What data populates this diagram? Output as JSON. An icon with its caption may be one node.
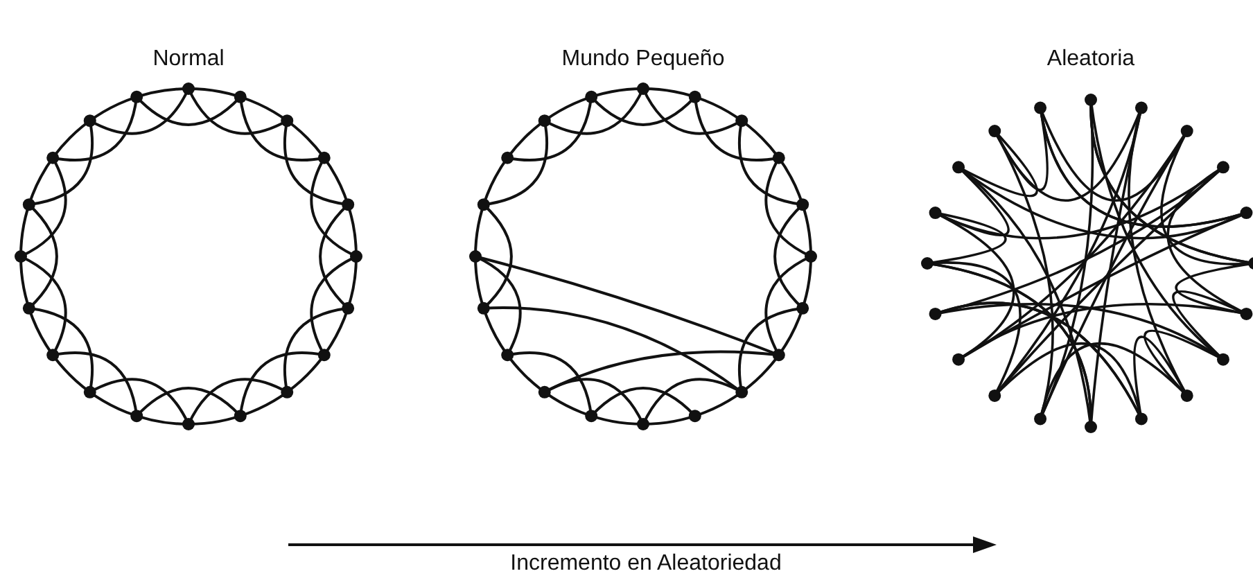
{
  "diagram": {
    "labels": [
      "Normal",
      "Mundo Pequeño",
      "Aleatoria",
      "Incremento en Aleatoriedad"
    ]
  }
}
